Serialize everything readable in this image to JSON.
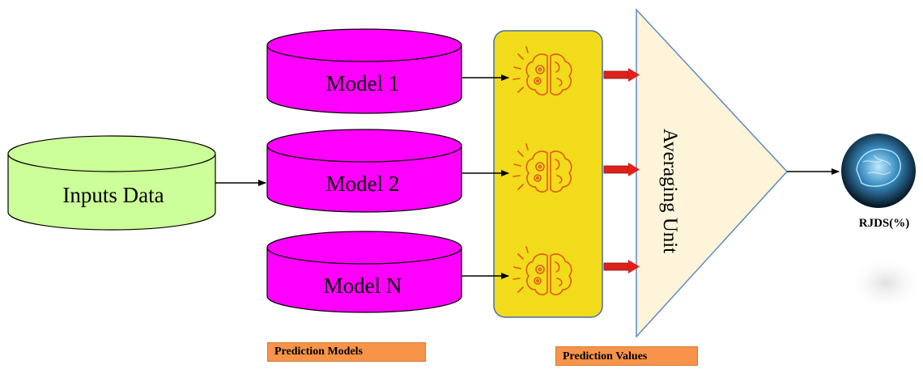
{
  "input": {
    "label": "Inputs Data"
  },
  "models": [
    {
      "label": "Model 1"
    },
    {
      "label": "Model 2"
    },
    {
      "label": "Model N"
    }
  ],
  "averaging": {
    "label": "Averaging Unit"
  },
  "output": {
    "label": "RJDS(%)"
  },
  "captions": {
    "models": "Prediction Models",
    "values": "Prediction Values"
  },
  "colors": {
    "input_fill": "#ccff99",
    "model_fill": "#ff00ff",
    "panel_fill": "#f2db1a",
    "panel_border": "#4a6fa5",
    "icon_stroke": "#e05a1a",
    "red_arrow": "#e0201a",
    "triangle_fill": "#fdf4d9",
    "triangle_border": "#5b8bc4",
    "caption_fill": "#f7944a"
  }
}
